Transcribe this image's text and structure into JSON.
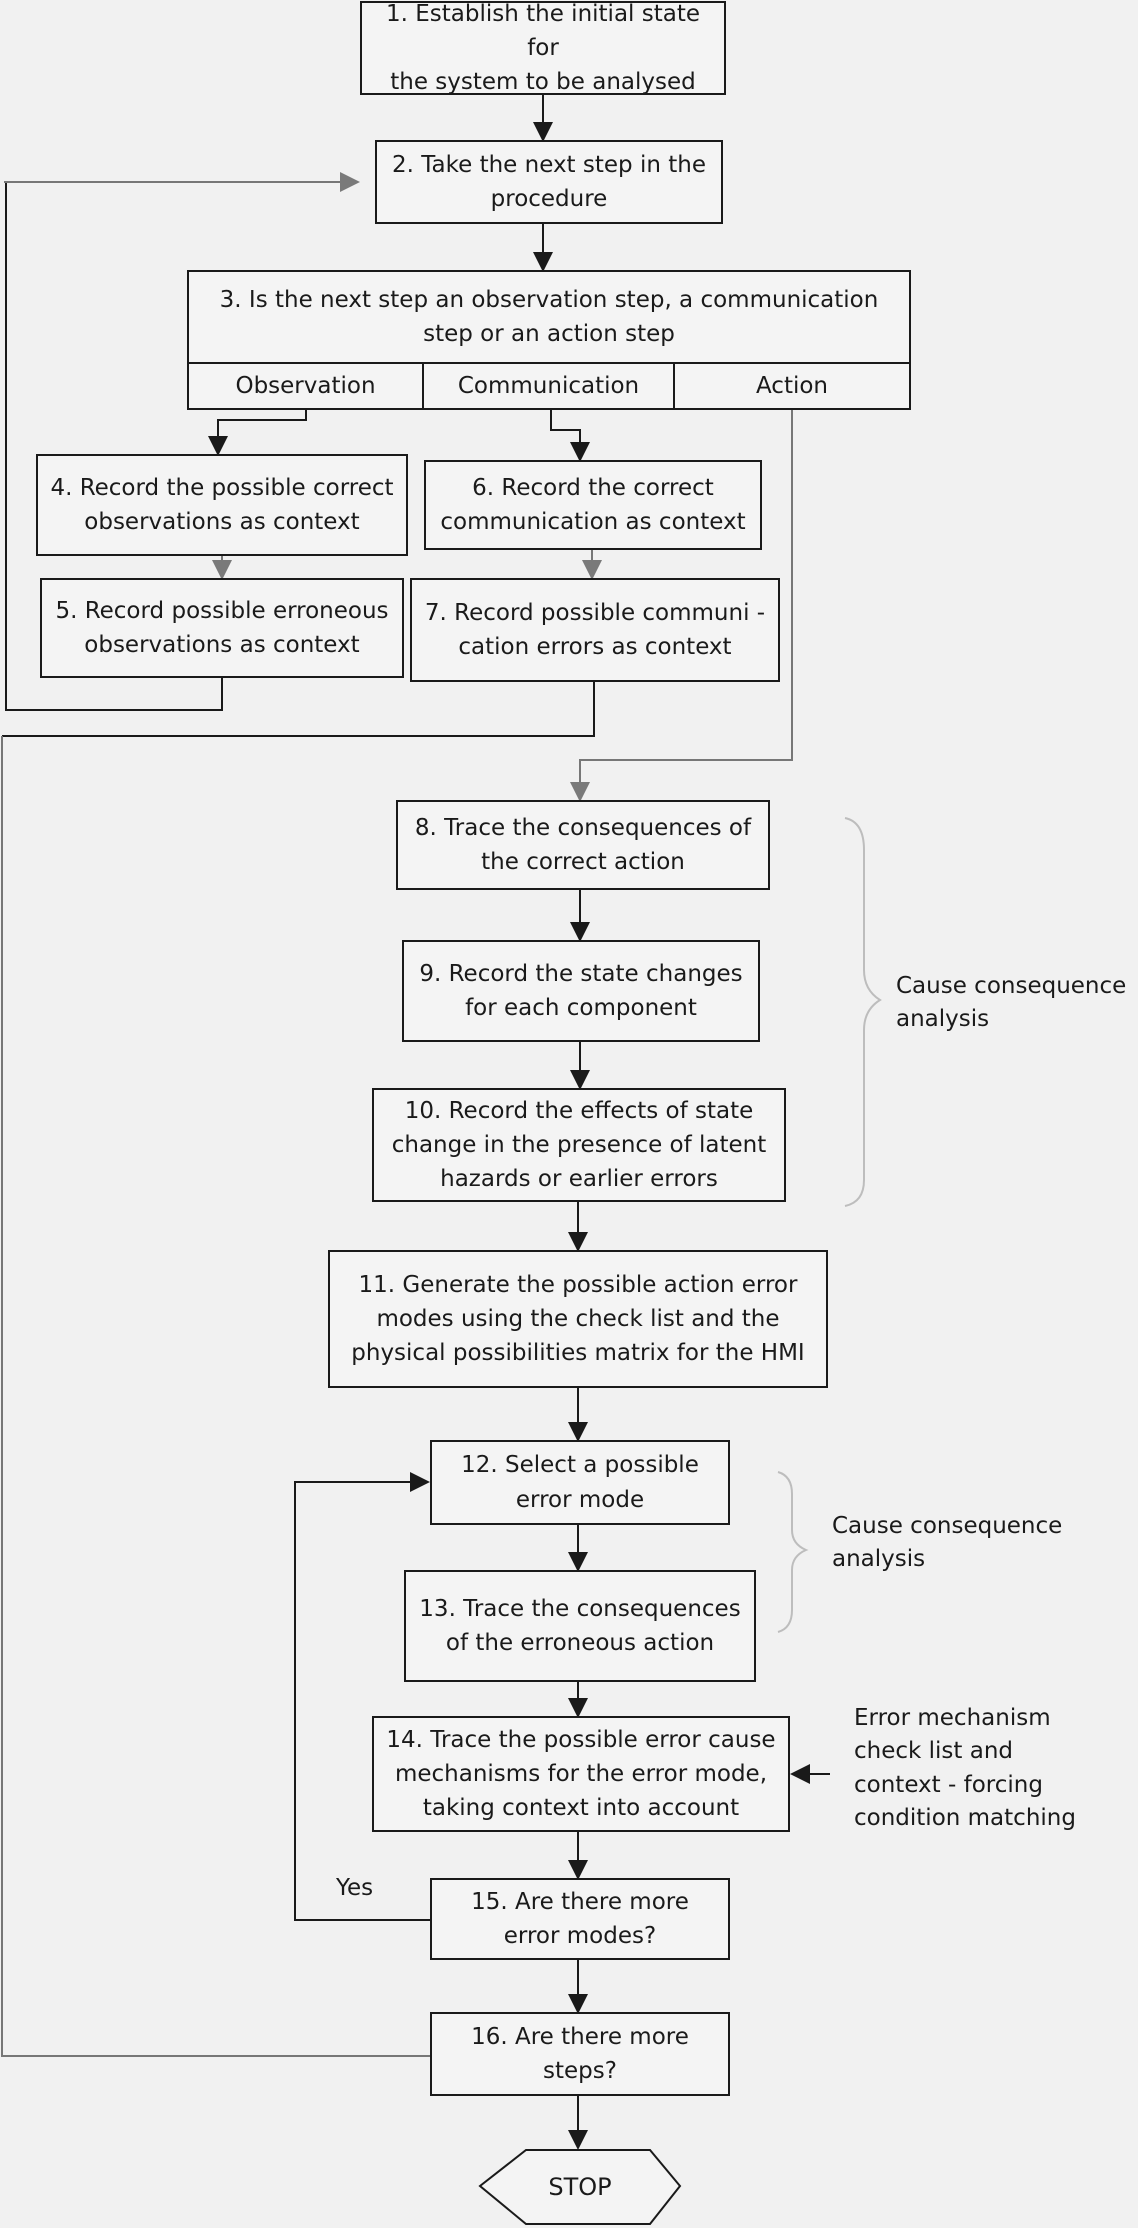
{
  "steps": {
    "s1": "1. Establish the initial state for\nthe system to be  analysed",
    "s2": "2. Take the next step in the\nprocedure",
    "s3": "3. Is the next step an observation step, a communication\nstep or an action step",
    "s3_observation": "Observation",
    "s3_communication": "Communication",
    "s3_action": "Action",
    "s4": "4. Record the possible correct\nobservations as context",
    "s5": "5. Record possible erroneous\nobservations as context",
    "s6": "6. Record the correct\ncommunication as context",
    "s7": "7. Record possible  communi -\ncation  errors as context",
    "s8": "8. Trace the consequences of\nthe correct action",
    "s9": "9. Record the state changes\nfor each component",
    "s10": "10. Record the effects of state\nchange in the presence of latent\nhazards or earlier errors",
    "s11": "11. Generate the possible action error\nmodes using the check list and the\nphysical possibilities matrix for the      HMI",
    "s12": "12. Select a possible\nerror mode",
    "s13": "13. Trace the consequences\nof the erroneous action",
    "s14": "14. Trace the possible error cause\nmechanisms for the error mode,\ntaking context into account",
    "s15": "15. Are there more\nerror modes?",
    "s16": "16. Are there more\nsteps?",
    "stop": "STOP"
  },
  "annotations": {
    "cause_consequence_1": "Cause consequence\nanalysis",
    "cause_consequence_2": "Cause consequence\nanalysis",
    "error_mechanism": "Error mechanism\ncheck list and\ncontext - forcing\ncondition matching",
    "yes": "Yes"
  },
  "colors": {
    "line": "#1a1a1a",
    "loop_line": "#777777",
    "brace": "#bdbdbd",
    "box_fill": "#f4f4f4",
    "background": "#f1f1f1"
  }
}
